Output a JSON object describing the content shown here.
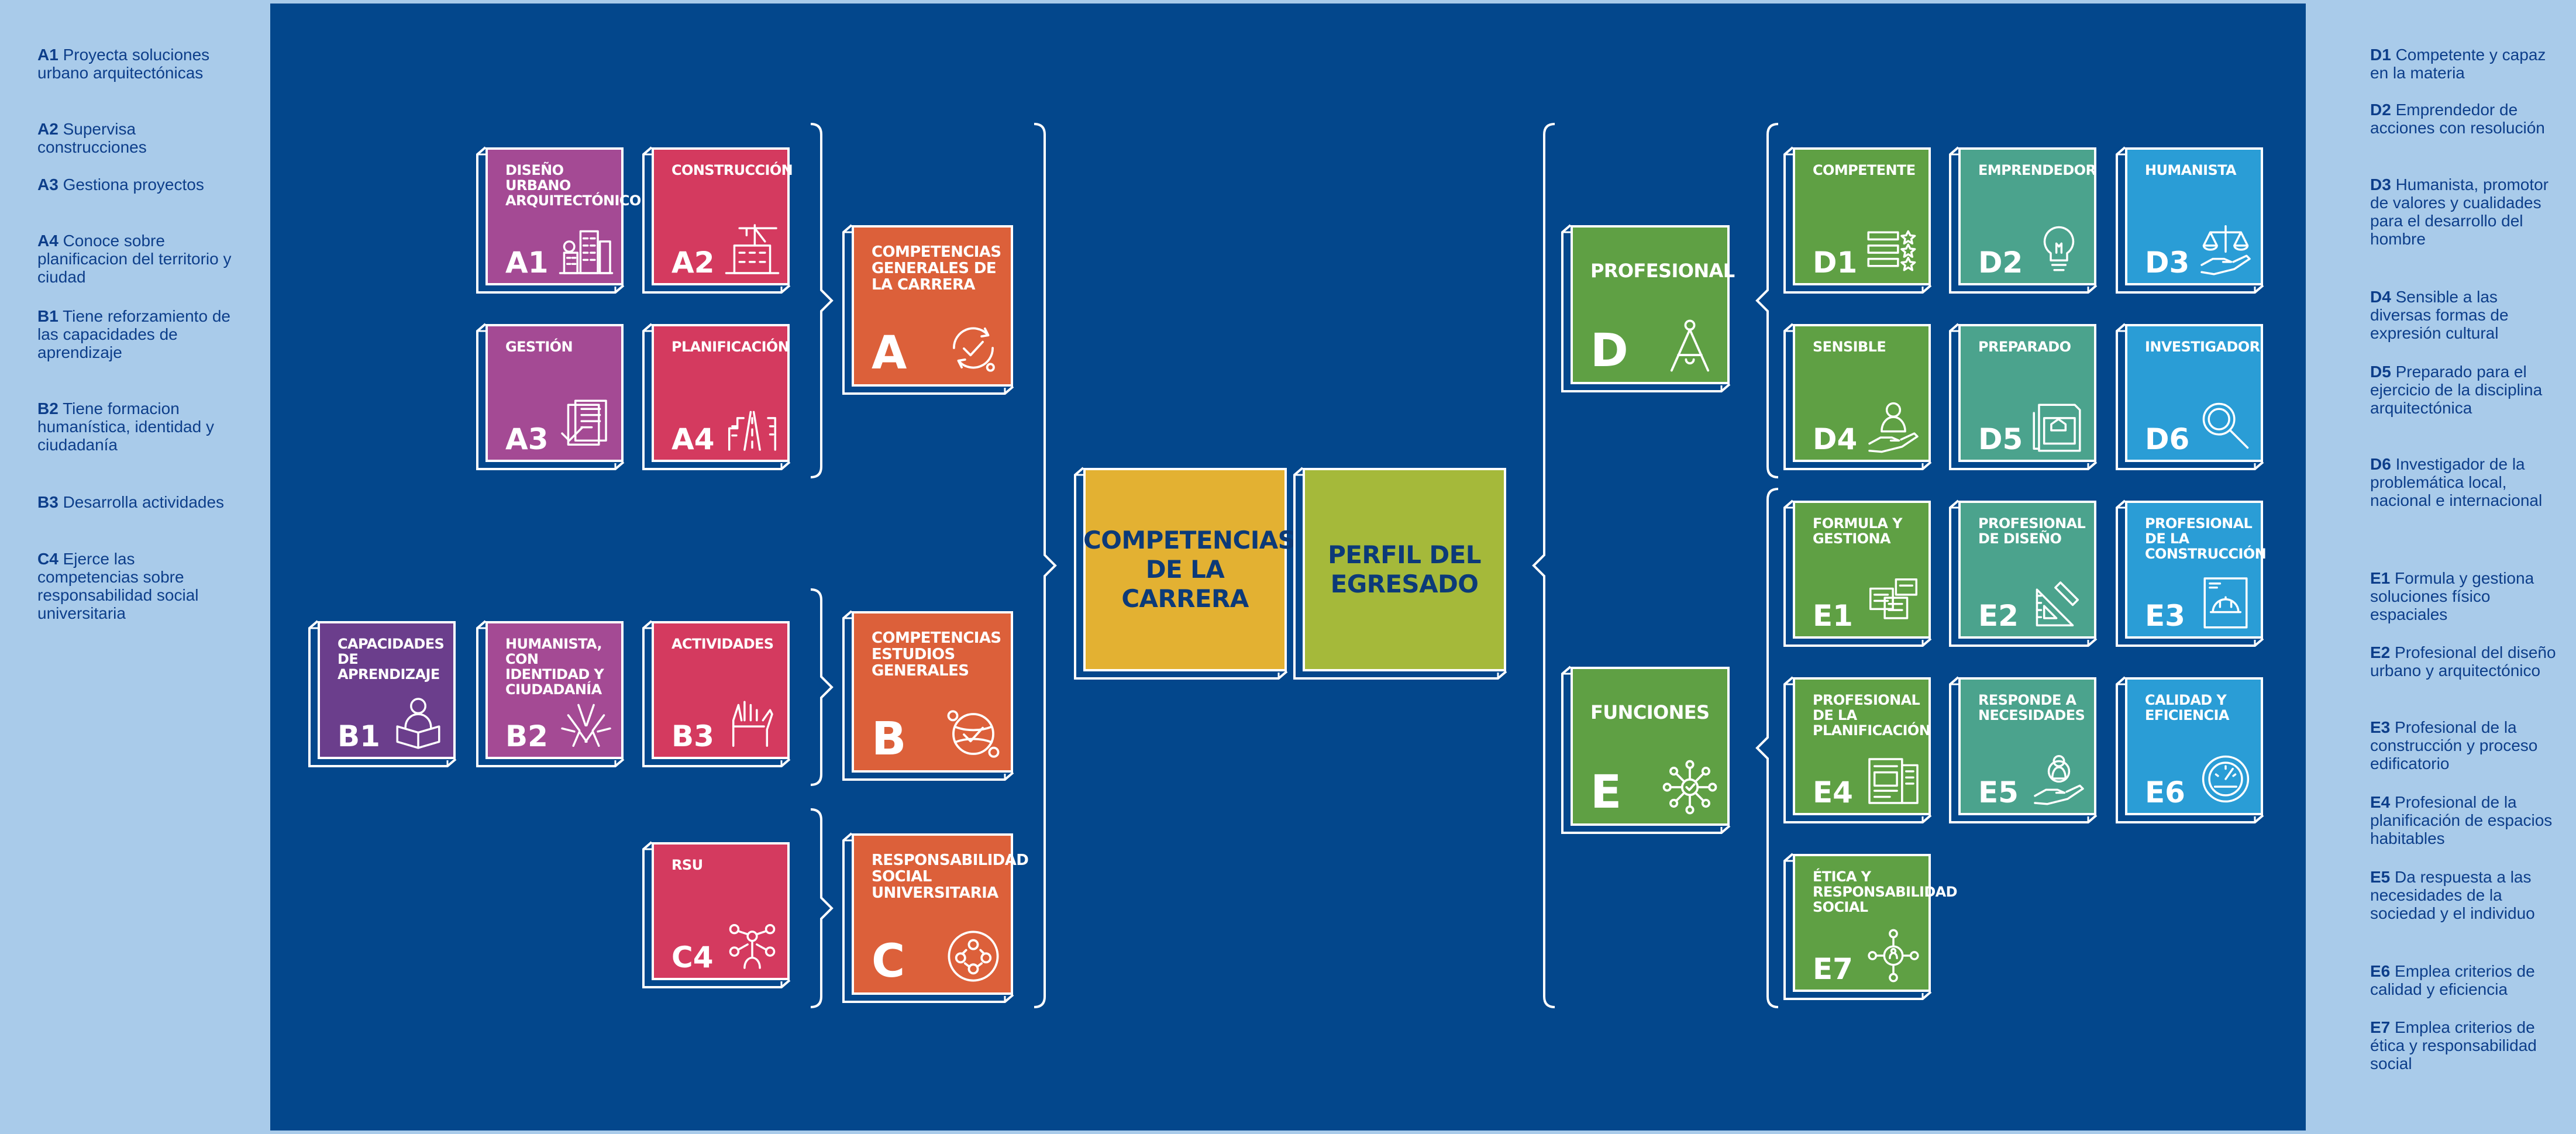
{
  "colors": {
    "background": "#03478c",
    "sidebar": "#a9cbea",
    "legend_text": "#0d3e8a",
    "purple": "#a44a94",
    "purple_dark": "#6b3e8c",
    "crimson": "#d43a5f",
    "orange": "#dc603a",
    "yellow": "#e3b132",
    "olive": "#a5b93a",
    "green": "#5fa044",
    "teal": "#4ba38d",
    "sky": "#2a9dd6"
  },
  "left_legend": [
    {
      "code": "A1",
      "text": "Proyecta soluciones urbano arquitectónicas"
    },
    {
      "code": "A2",
      "text": "Supervisa construcciones"
    },
    {
      "code": "A3",
      "text": "Gestiona proyectos"
    },
    {
      "code": "A4",
      "text": "Conoce sobre planificacion del territorio y ciudad"
    },
    {
      "code": "B1",
      "text": "Tiene reforzamiento de las capacidades de aprendizaje"
    },
    {
      "code": "B2",
      "text": "Tiene formacion humanística, identidad y ciudadanía"
    },
    {
      "code": "B3",
      "text": "Desarrolla actividades"
    },
    {
      "code": "C4",
      "text": "Ejerce las competencias sobre responsabilidad social universitaria"
    }
  ],
  "right_legend": [
    {
      "code": "D1",
      "text": "Competente y capaz en la materia"
    },
    {
      "code": "D2",
      "text": "Emprendedor de acciones con resolución"
    },
    {
      "code": "D3",
      "text": "Humanista, promotor de valores y cualidades para el desarrollo del hombre"
    },
    {
      "code": "D4",
      "text": "Sensible a las diversas formas de expresión cultural"
    },
    {
      "code": "D5",
      "text": "Preparado para el ejercicio de la disciplina arquitectónica"
    },
    {
      "code": "D6",
      "text": "Investigador de la problemática local, nacional e internacional"
    },
    {
      "code": "E1",
      "text": "Formula y gestiona soluciones físico espaciales"
    },
    {
      "code": "E2",
      "text": "Profesional del diseño urbano y arquitectónico"
    },
    {
      "code": "E3",
      "text": "Profesional de la construcción y proceso edificatorio"
    },
    {
      "code": "E4",
      "text": "Profesional de la planificación de espacios habitables"
    },
    {
      "code": "E5",
      "text": "Da respuesta a las necesidades de la sociedad y el individuo"
    },
    {
      "code": "E6",
      "text": "Emplea criterios de calidad y eficiencia"
    },
    {
      "code": "E7",
      "text": "Emplea criterios de ética y responsabilidad social"
    }
  ],
  "tiles": {
    "A1": {
      "title": "Diseño urbano arquitectónico",
      "code": "A1",
      "color": "purple",
      "icon": "buildings-icon"
    },
    "A2": {
      "title": "Construcción",
      "code": "A2",
      "color": "crimson",
      "icon": "crane-icon"
    },
    "A3": {
      "title": "Gestión",
      "code": "A3",
      "color": "purple",
      "icon": "documents-check-icon"
    },
    "A4": {
      "title": "Planificación",
      "code": "A4",
      "color": "crimson",
      "icon": "road-city-icon"
    },
    "B1": {
      "title": "Capacidades de aprendizaje",
      "code": "B1",
      "color": "purple_dark",
      "icon": "reading-person-icon"
    },
    "B2": {
      "title": "Humanista, con identidad y ciudadanía",
      "code": "B2",
      "color": "purple",
      "icon": "hands-together-icon"
    },
    "B3": {
      "title": "Actividades",
      "code": "B3",
      "color": "crimson",
      "icon": "raised-hands-icon"
    },
    "C4": {
      "title": "RSU",
      "code": "C4",
      "color": "crimson",
      "icon": "community-network-icon"
    },
    "A": {
      "title": "Competencias generales de la carrera",
      "code": "A",
      "color": "orange",
      "icon": "cycle-check-icon"
    },
    "B": {
      "title": "Competencias estudios generales",
      "code": "B",
      "color": "orange",
      "icon": "globe-check-icon"
    },
    "C": {
      "title": "Responsabilidad social universitaria",
      "code": "C",
      "color": "orange",
      "icon": "people-circle-icon"
    },
    "CC": {
      "title": "Competencias de la carrera",
      "color": "yellow"
    },
    "PE": {
      "title": "Perfil del egresado",
      "color": "olive"
    },
    "D": {
      "title": "Profesional",
      "code": "D",
      "color": "green",
      "icon": "compass-icon"
    },
    "E": {
      "title": "Funciones",
      "code": "E",
      "color": "green",
      "icon": "network-icon"
    },
    "D1": {
      "title": "Competente",
      "code": "D1",
      "color": "green",
      "icon": "star-list-icon"
    },
    "D2": {
      "title": "Emprendedor",
      "code": "D2",
      "color": "teal",
      "icon": "lightbulb-icon"
    },
    "D3": {
      "title": "Humanista",
      "code": "D3",
      "color": "sky",
      "icon": "scale-hand-icon"
    },
    "D4": {
      "title": "Sensible",
      "code": "D4",
      "color": "green",
      "icon": "person-hand-icon"
    },
    "D5": {
      "title": "Preparado",
      "code": "D5",
      "color": "teal",
      "icon": "blueprint-icon"
    },
    "D6": {
      "title": "Investigador",
      "code": "D6",
      "color": "sky",
      "icon": "magnifier-icon"
    },
    "E1": {
      "title": "Formula y gestiona",
      "code": "E1",
      "color": "green",
      "icon": "documents-icon"
    },
    "E2": {
      "title": "Profesional de diseño",
      "code": "E2",
      "color": "teal",
      "icon": "ruler-triangle-icon"
    },
    "E3": {
      "title": "Profesional de la construcción",
      "code": "E3",
      "color": "sky",
      "icon": "helmet-plan-icon"
    },
    "E4": {
      "title": "Profesional de la planificación",
      "code": "E4",
      "color": "green",
      "icon": "plan-sheet-icon"
    },
    "E5": {
      "title": "Responde a necesidades",
      "code": "E5",
      "color": "teal",
      "icon": "hand-person-icon"
    },
    "E6": {
      "title": "Calidad y eficiencia",
      "code": "E6",
      "color": "sky",
      "icon": "gauge-icon"
    },
    "E7": {
      "title": "Ética y responsabilidad social",
      "code": "E7",
      "color": "green",
      "icon": "social-network-icon"
    }
  }
}
